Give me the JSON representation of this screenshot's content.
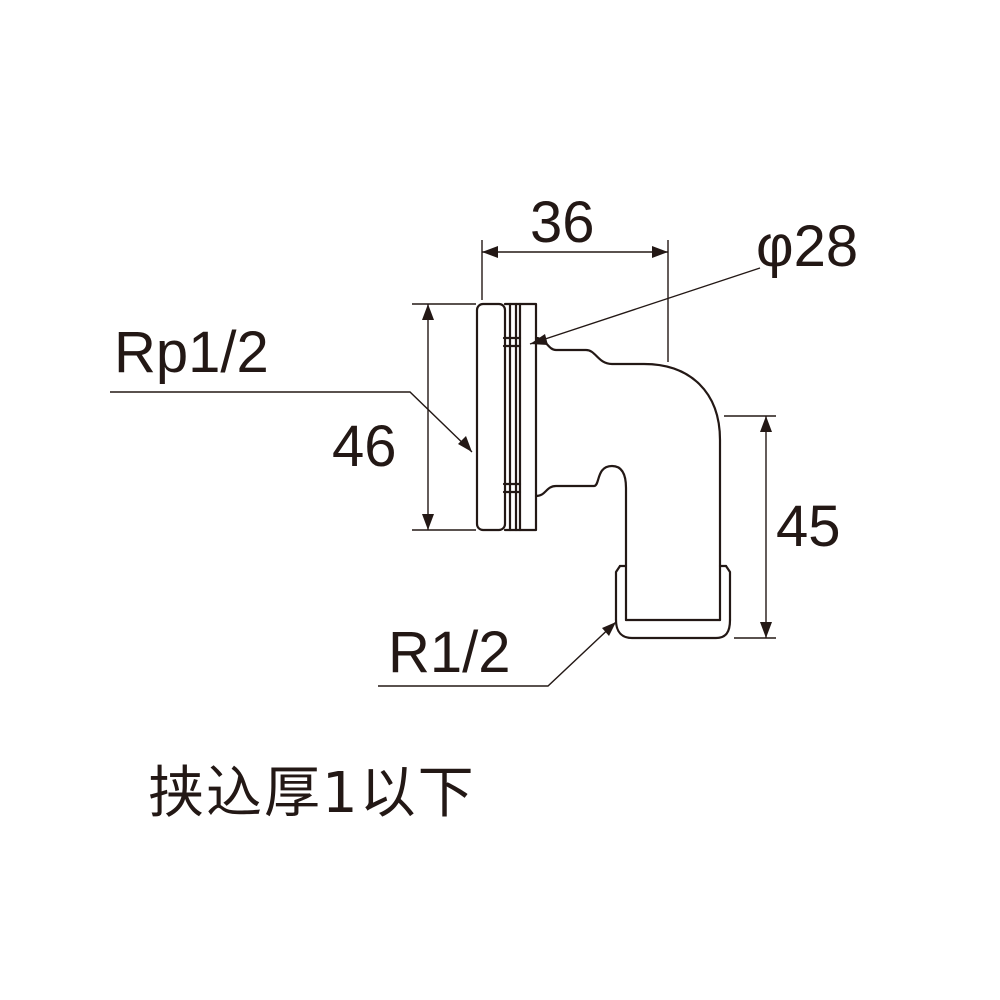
{
  "dimensions": {
    "width_label": "36",
    "diameter_label": "φ28",
    "flange_height_label": "46",
    "outlet_height_label": "45"
  },
  "threads": {
    "inlet_label": "Rp1/2",
    "outlet_label": "R1/2"
  },
  "note": "挟込厚1以下",
  "colors": {
    "line": "#231815",
    "background": "#ffffff"
  }
}
